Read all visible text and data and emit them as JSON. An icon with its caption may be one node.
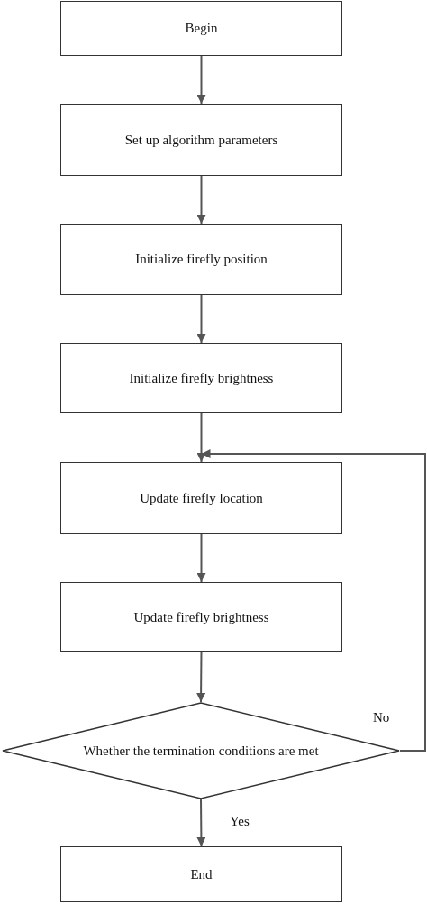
{
  "diagram": {
    "nodes": [
      {
        "text": [
          "Begin"
        ]
      },
      {
        "text": [
          "Set up algorithm parameters"
        ]
      },
      {
        "text": [
          "Initialize firefly position"
        ]
      },
      {
        "text": [
          "Initialize firefly brightness"
        ]
      },
      {
        "text": [
          "Update firefly location"
        ]
      },
      {
        "text": [
          "Update firefly brightness"
        ]
      },
      {
        "text": [
          "Whether the termination conditions are met"
        ]
      },
      {
        "text": [
          "End"
        ]
      }
    ],
    "edges": [
      {
        "from": 0,
        "to": 1,
        "arrow": "to"
      },
      {
        "from": 1,
        "to": 2,
        "arrow": "to"
      },
      {
        "from": 2,
        "to": 3,
        "arrow": "to"
      },
      {
        "from": 3,
        "to": 4,
        "arrow": "to"
      },
      {
        "from": 4,
        "to": 5,
        "arrow": "to"
      },
      {
        "from": 5,
        "to": 6,
        "arrow": "to"
      },
      {
        "from": 6,
        "to": 4,
        "arrow": "to",
        "label": "No"
      },
      {
        "from": 6,
        "to": 7,
        "arrow": "to",
        "label": "Yes"
      }
    ]
  }
}
